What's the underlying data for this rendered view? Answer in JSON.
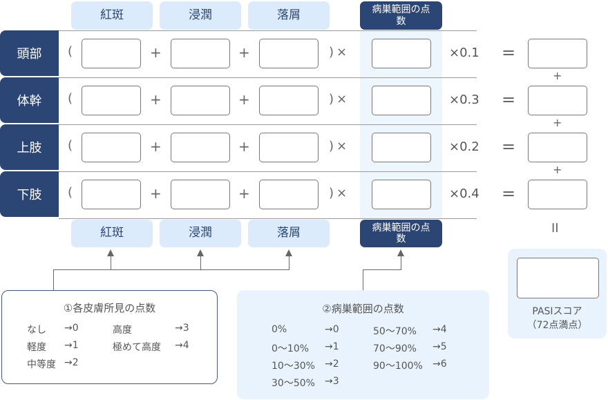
{
  "columns": {
    "erythema": "紅斑",
    "infiltration": "浸潤",
    "desquamation": "落屑",
    "area": "病巣範囲の点数"
  },
  "rows": [
    {
      "label": "頭部",
      "factor": "×0.1"
    },
    {
      "label": "体幹",
      "factor": "×0.3"
    },
    {
      "label": "上肢",
      "factor": "×0.2"
    },
    {
      "label": "下肢",
      "factor": "×0.4"
    }
  ],
  "ops": {
    "open": "(",
    "plus": "+",
    "close_times": ")×",
    "equals": "=",
    "equal_vertical": "II"
  },
  "legend1": {
    "title": "①各皮膚所見の点数",
    "items": [
      {
        "label": "なし",
        "score": "→0"
      },
      {
        "label": "軽度",
        "score": "→1"
      },
      {
        "label": "中等度",
        "score": "→2"
      },
      {
        "label": "高度",
        "score": "→3"
      },
      {
        "label": "極めて高度",
        "score": "→4"
      }
    ]
  },
  "legend2": {
    "title": "②病巣範囲の点数",
    "items": [
      {
        "label": "0%",
        "score": "→0"
      },
      {
        "label": "0〜10%",
        "score": "→1"
      },
      {
        "label": "10〜30%",
        "score": "→2"
      },
      {
        "label": "30〜50%",
        "score": "→3"
      },
      {
        "label": "50〜70%",
        "score": "→4"
      },
      {
        "label": "70〜90%",
        "score": "→5"
      },
      {
        "label": "90〜100%",
        "score": "→6"
      }
    ]
  },
  "pasi": {
    "label": "PASIスコア",
    "sub": "（72点満点）"
  },
  "colors": {
    "navy": "#2b4575",
    "light": "#dcebfb",
    "panel": "#e9f3fd"
  }
}
